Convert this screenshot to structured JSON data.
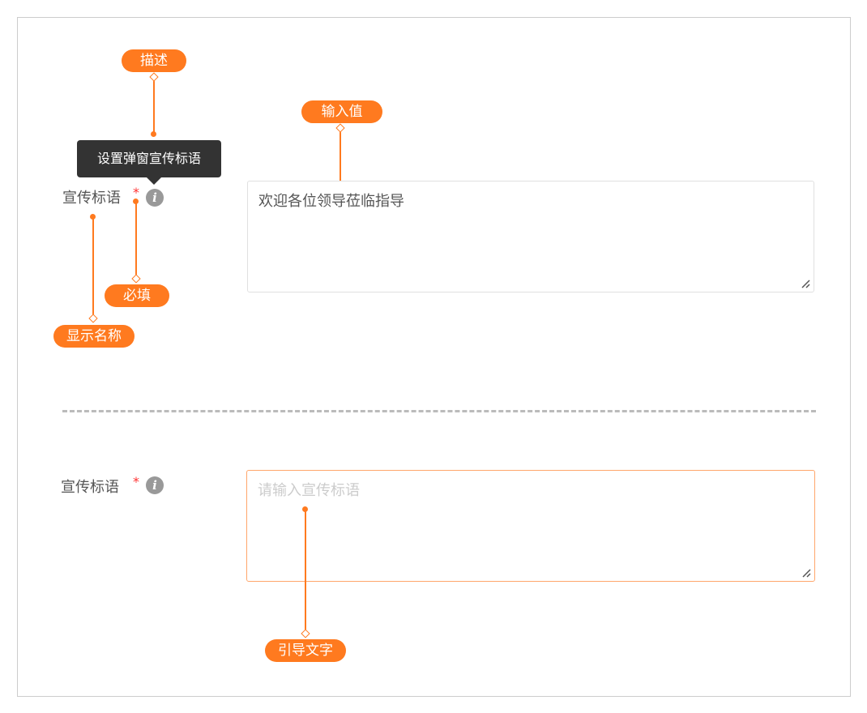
{
  "annotations": {
    "description": "描述",
    "input_value": "输入值",
    "required": "必填",
    "display_name": "显示名称",
    "placeholder_text": "引导文字"
  },
  "field_filled": {
    "label": "宣传标语",
    "required_mark": "*",
    "tooltip": "设置弹窗宣传标语",
    "info_icon": "i",
    "value": "欢迎各位领导莅临指导"
  },
  "field_empty": {
    "label": "宣传标语",
    "required_mark": "*",
    "info_icon": "i",
    "placeholder": "请输入宣传标语"
  },
  "colors": {
    "accent": "#ff7a1f",
    "tooltip_bg": "#333333",
    "required": "#ff3333"
  }
}
